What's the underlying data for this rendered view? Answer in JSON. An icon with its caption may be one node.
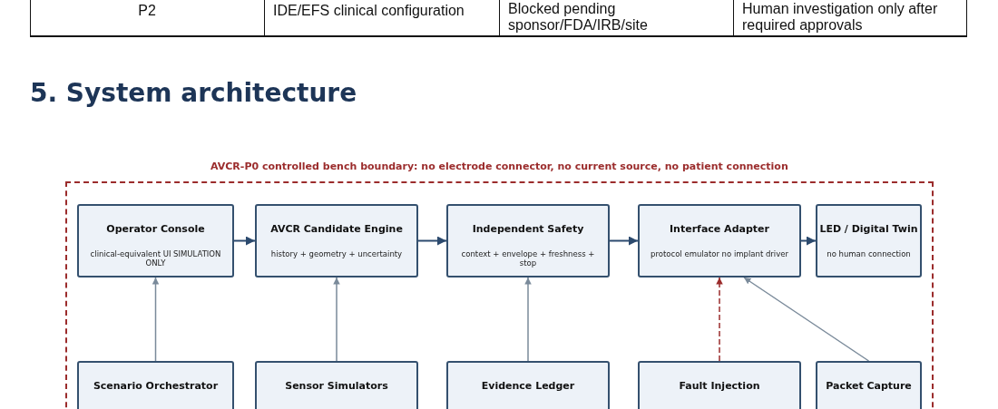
{
  "diagram": {
    "title": "5. System architecture",
    "nodes": [
      {
        "text": [
          "AVCR-P0 controlled bench boundary: no electrode connector, no current source, no patient connection"
        ]
      },
      {
        "text": [
          "Operator Console",
          "clinical-equivalent UI SIMULATION ONLY"
        ],
        "in": 0
      },
      {
        "text": [
          "AVCR Candidate Engine",
          "history + geometry + uncertainty"
        ],
        "in": 0
      },
      {
        "text": [
          "Independent Safety",
          "context + envelope + freshness + stop"
        ],
        "in": 0
      },
      {
        "text": [
          "Interface Adapter",
          "protocol emulator no implant driver"
        ],
        "in": 0
      },
      {
        "text": [
          "LED / Digital Twin",
          "no human connection"
        ],
        "in": 0
      },
      {
        "text": [
          "Scenario Orchestrator"
        ],
        "in": 0
      },
      {
        "text": [
          "Sensor Simulators"
        ],
        "in": 0
      },
      {
        "text": [
          "Evidence Ledger"
        ],
        "in": 0
      },
      {
        "text": [
          "Fault Injection"
        ],
        "in": 0
      },
      {
        "text": [
          "Packet Capture"
        ],
        "in": 0
      }
    ],
    "edges": [
      {
        "from": 1,
        "to": 2,
        "arrow": "to"
      },
      {
        "from": 2,
        "to": 3,
        "arrow": "to"
      },
      {
        "from": 3,
        "to": 4,
        "arrow": "to"
      },
      {
        "from": 4,
        "to": 5,
        "arrow": "to"
      },
      {
        "from": 6,
        "to": 1,
        "arrow": "to",
        "color": "#7a8a9a"
      },
      {
        "from": 7,
        "to": 2,
        "arrow": "to",
        "color": "#7a8a9a"
      },
      {
        "from": 8,
        "to": 3,
        "arrow": "to",
        "color": "#7a8a9a"
      },
      {
        "from": 9,
        "to": 4,
        "arrow": "to",
        "style": "dashed",
        "color": "#9b2c2c"
      },
      {
        "from": 10,
        "to": 4,
        "arrow": "to",
        "color": "#7a8a9a"
      }
    ],
    "labels": [
      "P2",
      "IDE/EFS clinical configuration",
      "Blocked pending sponsor/FDA/IRB/site",
      "Human investigation only after required approvals"
    ]
  }
}
